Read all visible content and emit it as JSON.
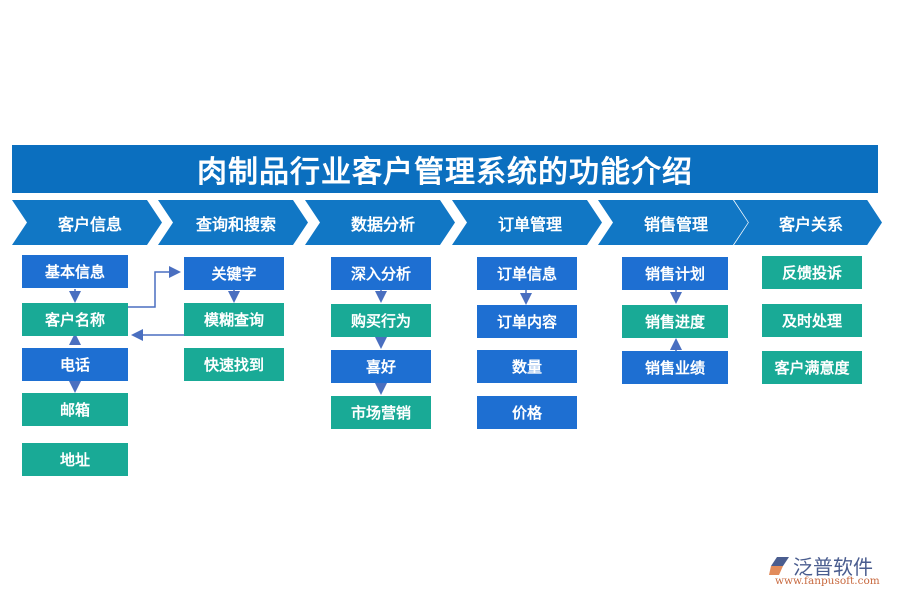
{
  "title": "肉制品行业客户管理系统的功能介绍",
  "categories": [
    {
      "label": "客户信息"
    },
    {
      "label": "查询和搜索"
    },
    {
      "label": "数据分析"
    },
    {
      "label": "订单管理"
    },
    {
      "label": "销售管理"
    },
    {
      "label": "客户关系"
    }
  ],
  "columns": {
    "customer_info": [
      "基本信息",
      "客户名称",
      "电话",
      "邮箱",
      "地址"
    ],
    "query_search": [
      "关键字",
      "模糊查询",
      "快速找到"
    ],
    "data_analysis": [
      "深入分析",
      "购买行为",
      "喜好",
      "市场营销"
    ],
    "order_mgmt": [
      "订单信息",
      "订单内容",
      "数量",
      "价格"
    ],
    "sales_mgmt": [
      "销售计划",
      "销售进度",
      "销售业绩"
    ],
    "customer_relation": [
      "反馈投诉",
      "及时处理",
      "客户满意度"
    ]
  },
  "colors": {
    "title_bg": "#0B6FBF",
    "chevron_bg": "#1177C5",
    "box_blue": "#1E6FD2",
    "box_teal": "#19AA96",
    "arrow": "#4A6FC0"
  },
  "logo": {
    "name": "泛普软件",
    "url": "www.fanpusoft.com"
  }
}
